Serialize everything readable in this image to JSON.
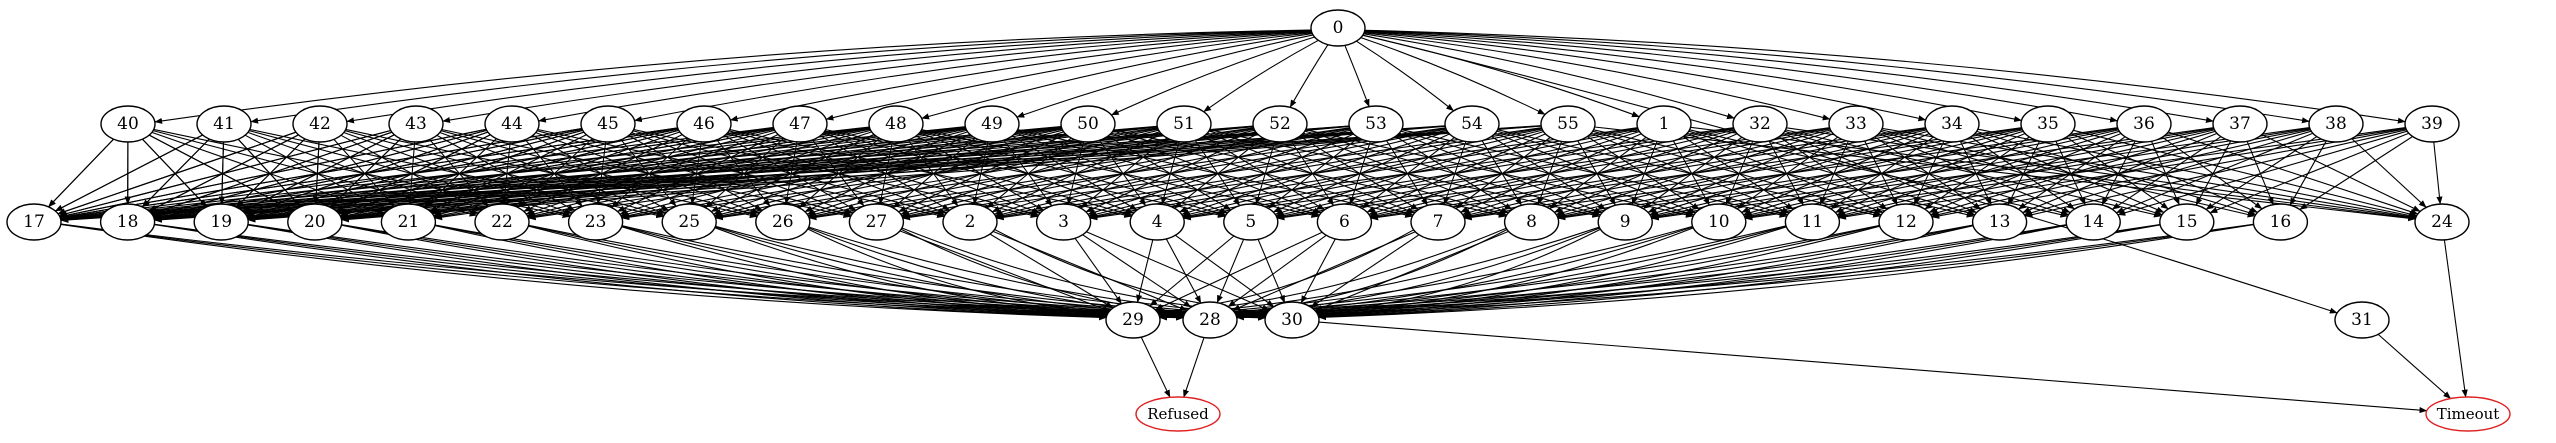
{
  "graph": {
    "colors": {
      "node_stroke": "#000000",
      "terminal_stroke": "#e02020",
      "edge": "#000000",
      "background": "#ffffff"
    },
    "root": "0",
    "row1": [
      "40",
      "41",
      "42",
      "43",
      "44",
      "45",
      "46",
      "47",
      "48",
      "49",
      "50",
      "51",
      "52",
      "53",
      "54",
      "55",
      "1",
      "32",
      "33",
      "34",
      "35",
      "36",
      "37",
      "38",
      "39"
    ],
    "row2": [
      "17",
      "18",
      "19",
      "20",
      "21",
      "22",
      "23",
      "25",
      "26",
      "27",
      "2",
      "3",
      "4",
      "5",
      "6",
      "7",
      "8",
      "9",
      "10",
      "11",
      "12",
      "13",
      "14",
      "15",
      "16",
      "24"
    ],
    "sinks": [
      "29",
      "28",
      "30",
      "31"
    ],
    "terminals": [
      "Refused",
      "Timeout"
    ],
    "edges_to_terminals": [
      [
        "29",
        "Refused"
      ],
      [
        "28",
        "Refused"
      ],
      [
        "30",
        "Timeout"
      ],
      [
        "24",
        "Timeout"
      ],
      [
        "31",
        "Timeout"
      ]
    ],
    "extra_root_edges": [
      [
        "0",
        "31"
      ]
    ]
  }
}
